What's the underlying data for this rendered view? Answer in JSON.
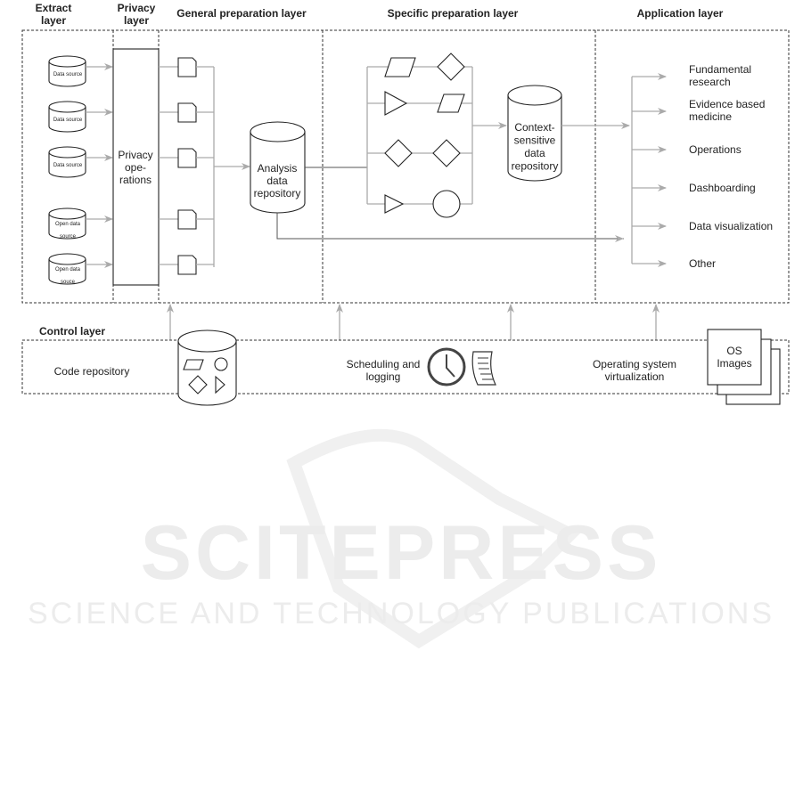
{
  "headers": {
    "extract": [
      "Extract",
      "layer"
    ],
    "privacy": [
      "Privacy",
      "layer"
    ],
    "general": "General preparation layer",
    "specific": "Specific preparation layer",
    "application": "Application layer",
    "control": "Control layer"
  },
  "extract_sources": [
    {
      "lines": [
        "Data source"
      ]
    },
    {
      "lines": [
        "Data source"
      ]
    },
    {
      "lines": [
        "Data source"
      ]
    },
    {
      "lines": [
        "Open data",
        "source"
      ]
    },
    {
      "lines": [
        "Open data",
        "souce"
      ]
    }
  ],
  "privacy_box": [
    "Privacy",
    "ope-",
    "rations"
  ],
  "analysis_repo": [
    "Analysis",
    "data",
    "repository"
  ],
  "context_repo": [
    "Context-",
    "sensitive",
    "data",
    "repository"
  ],
  "applications": [
    [
      "Fundamental",
      "research"
    ],
    [
      "Evidence based",
      "medicine"
    ],
    [
      "Operations"
    ],
    [
      "Dashboarding"
    ],
    [
      "Data visualization"
    ],
    [
      "Other"
    ]
  ],
  "control": {
    "code_repo": "Code repository",
    "scheduling": [
      "Scheduling and",
      "logging"
    ],
    "os_virt": [
      "Operating system",
      "virtualization"
    ],
    "os_images": [
      "OS",
      "Images"
    ]
  },
  "watermark": {
    "title": "SCITEPRESS",
    "subtitle": "SCIENCE AND TECHNOLOGY PUBLICATIONS"
  },
  "colors": {
    "arrow": "#aaaaaa",
    "line": "#222222"
  }
}
